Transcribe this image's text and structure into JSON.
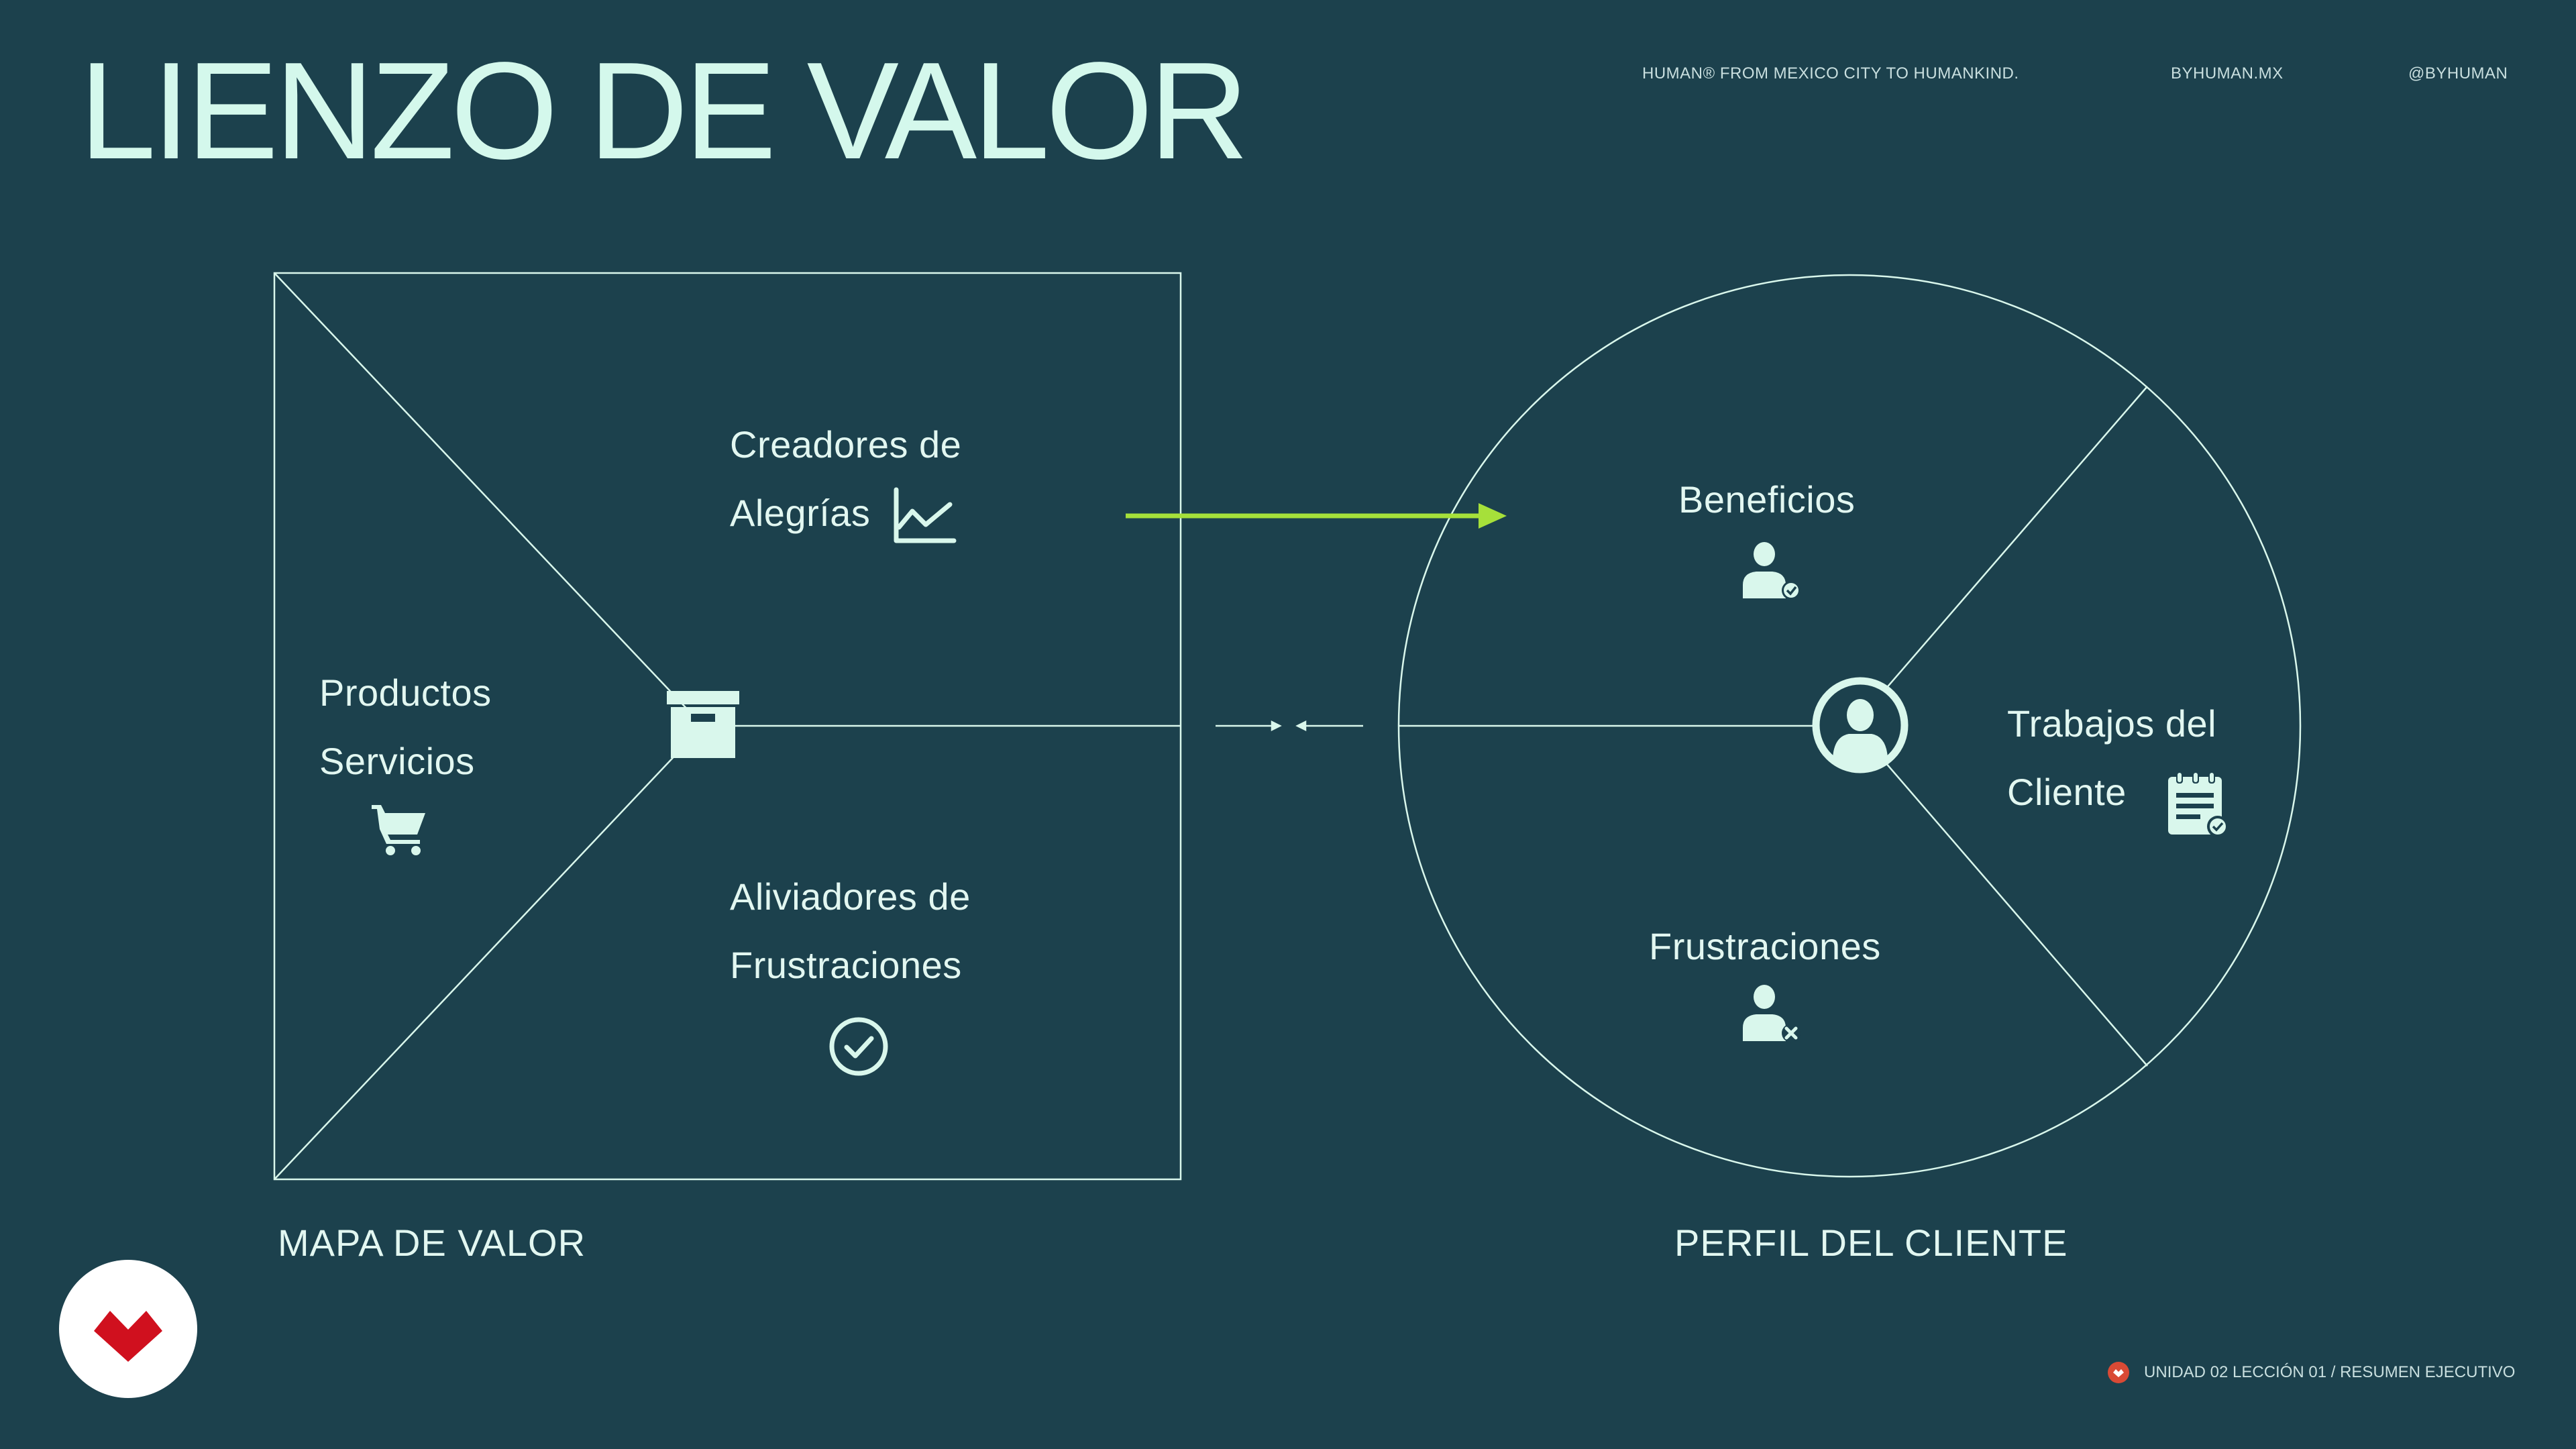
{
  "header": {
    "title": "LIENZO DE VALOR",
    "tagline": "HUMAN® FROM MEXICO CITY TO HUMANKIND.",
    "website": "BYHUMAN.MX",
    "handle": "@BYHUMAN"
  },
  "value_map": {
    "section_label": "MAPA DE VALOR",
    "gain_creators_line1": "Creadores de",
    "gain_creators_line2": "Alegrías",
    "products_line1": "Productos",
    "products_line2": "Servicios",
    "pain_relievers_line1": "Aliviadores de",
    "pain_relievers_line2": "Frustraciones"
  },
  "customer_profile": {
    "section_label": "PERFIL DEL CLIENTE",
    "gains": "Beneficios",
    "jobs_line1": "Trabajos del",
    "jobs_line2": "Cliente",
    "pains": "Frustraciones"
  },
  "footer": {
    "breadcrumb": "UNIDAD 02 LECCIÓN 01 / RESUMEN EJECUTIVO"
  },
  "colors": {
    "background": "#1c414d",
    "line": "#d9f7ec",
    "accent_arrow": "#a6e03a",
    "brand_red": "#d0101e"
  }
}
